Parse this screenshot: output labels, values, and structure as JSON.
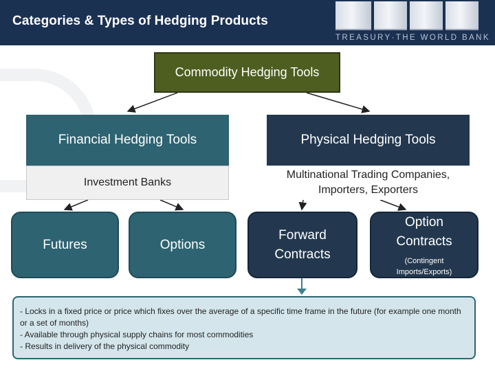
{
  "header": {
    "title": "Categories & Types of Hedging Products",
    "logo_text": "TREASURY·THE WORLD BANK"
  },
  "diagram": {
    "root": "Commodity Hedging Tools",
    "financial": {
      "title": "Financial Hedging Tools",
      "provider": "Investment Banks",
      "children": [
        "Futures",
        "Options"
      ]
    },
    "physical": {
      "title": "Physical Hedging Tools",
      "provider_lines": [
        "Multinational Trading Companies,",
        "Importers, Exporters"
      ],
      "forward_lines": [
        "Forward",
        "Contracts"
      ],
      "option_lines": [
        "Option",
        "Contracts"
      ],
      "option_note_lines": [
        "(Contingent",
        "Imports/Exports)"
      ]
    },
    "note_lines": [
      "- Locks in a fixed price or price which fixes over the average of a specific time frame in the future (for example one month or a set of months)",
      "- Available through physical supply chains for most commodities",
      "- Results in delivery of the physical commodity"
    ]
  },
  "colors": {
    "header": "#1b3152",
    "root": "#4e5e20",
    "financial": "#2e6371",
    "physical": "#23384f",
    "note_bg": "#d4e6ec"
  }
}
